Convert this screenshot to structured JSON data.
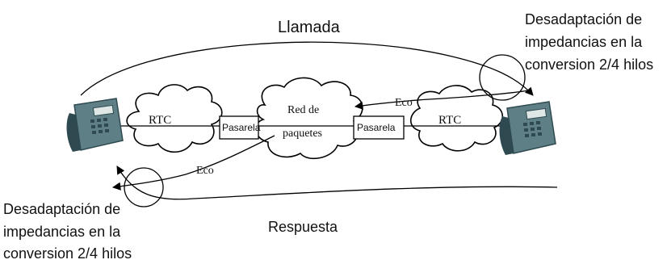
{
  "labels": {
    "llamada": "Llamada",
    "respuesta": "Respuesta",
    "desadaptacion_right": [
      "Desadaptación de",
      "impedancias en la",
      "conversion 2/4 hilos"
    ],
    "desadaptacion_left": [
      "Desadaptación de",
      "impedancias en la",
      "conversion 2/4 hilos"
    ],
    "rtc_left": "RTC",
    "rtc_right": "RTC",
    "pasarela_left": "Pasarela",
    "pasarela_right": "Pasarela",
    "red_line1": "Red de",
    "red_line2": "paquetes",
    "eco_upper": "Eco",
    "eco_lower": "Eco"
  },
  "icons": {
    "telephone_left": "telephone-icon",
    "telephone_right": "telephone-icon",
    "cloud": "cloud-icon"
  },
  "colors": {
    "phone_body": "#5f7f86",
    "phone_dark": "#2e4a50",
    "phone_screen": "#dfe6e6",
    "stroke": "#000000"
  }
}
